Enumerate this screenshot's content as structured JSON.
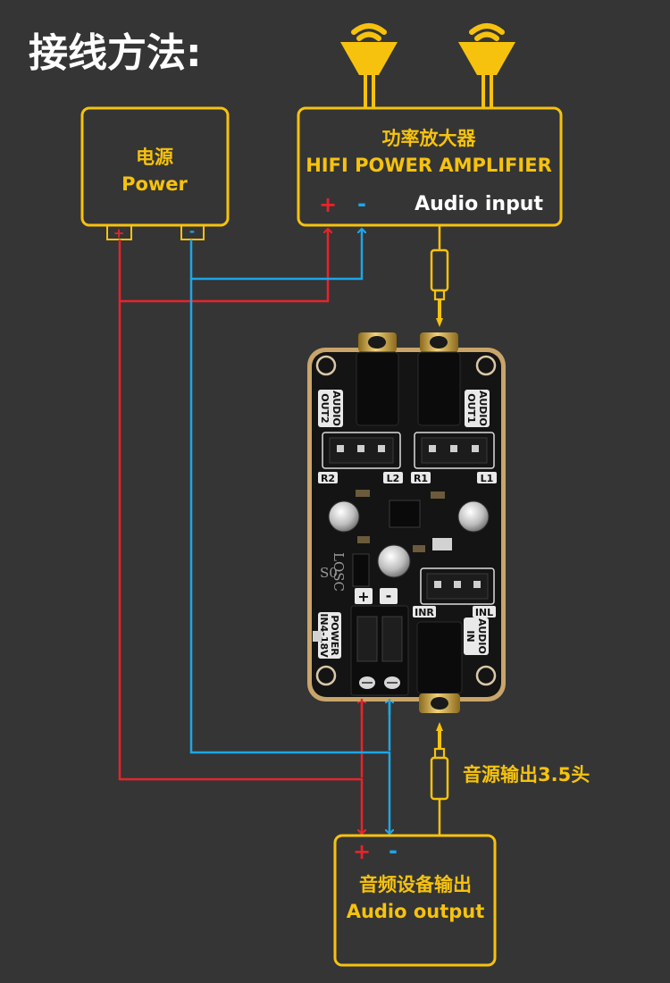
{
  "title": "接线方法:",
  "power_box": {
    "line1": "电源",
    "line2": "Power",
    "plus": "+",
    "minus": "-"
  },
  "amp_box": {
    "line1": "功率放大器",
    "line2": "HIFI POWER AMPLIFIER",
    "plus": "+",
    "minus": "-",
    "input_label": "Audio input"
  },
  "source_label": "音源输出3.5头",
  "output_box": {
    "line1": "音频设备输出",
    "line2": "Audio output",
    "plus": "+",
    "minus": "-"
  },
  "board": {
    "out2": [
      "AUDIO",
      "OUT2"
    ],
    "out1": [
      "AUDIO",
      "OUT1"
    ],
    "r2": "R2",
    "l2": "L2",
    "r1": "R1",
    "l1": "L1",
    "brand": "LOSC",
    "model": "S0",
    "inr": "INR",
    "inl": "INL",
    "audio_in": [
      "AUDIO",
      "IN"
    ],
    "power": [
      "POWER",
      "IN4-18V"
    ],
    "plus": "+",
    "minus": "-"
  },
  "colors": {
    "accent": "#f6c20e",
    "positive": "#e8232a",
    "negative": "#1ea6e6",
    "background": "#353535"
  },
  "icons": [
    "speaker-icon",
    "speaker-icon",
    "audio-jack-plug-icon",
    "audio-jack-plug-icon"
  ]
}
